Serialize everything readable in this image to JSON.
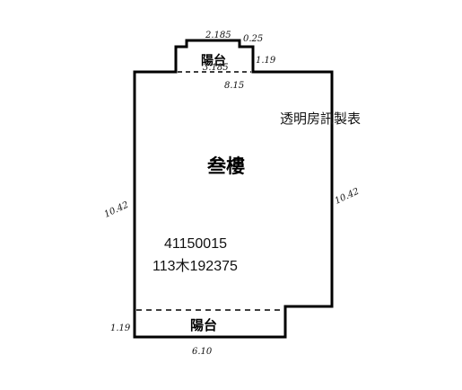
{
  "floor_label": "叁樓",
  "balcony_top_label": "陽台",
  "balcony_bottom_label": "陽台",
  "publisher": "透明房訊製表",
  "record_id": "41150015",
  "record_code": "113木192375",
  "dimensions": {
    "top_balcony_width": "2.185",
    "top_balcony_step": "0.25",
    "top_balcony_inner": "3.185",
    "top_balcony_depth": "1.19",
    "top_wall": "8.15",
    "left_wall": "10.42",
    "right_wall": "10.42",
    "bottom_balcony_depth": "1.19",
    "bottom_wall": "6.10"
  }
}
